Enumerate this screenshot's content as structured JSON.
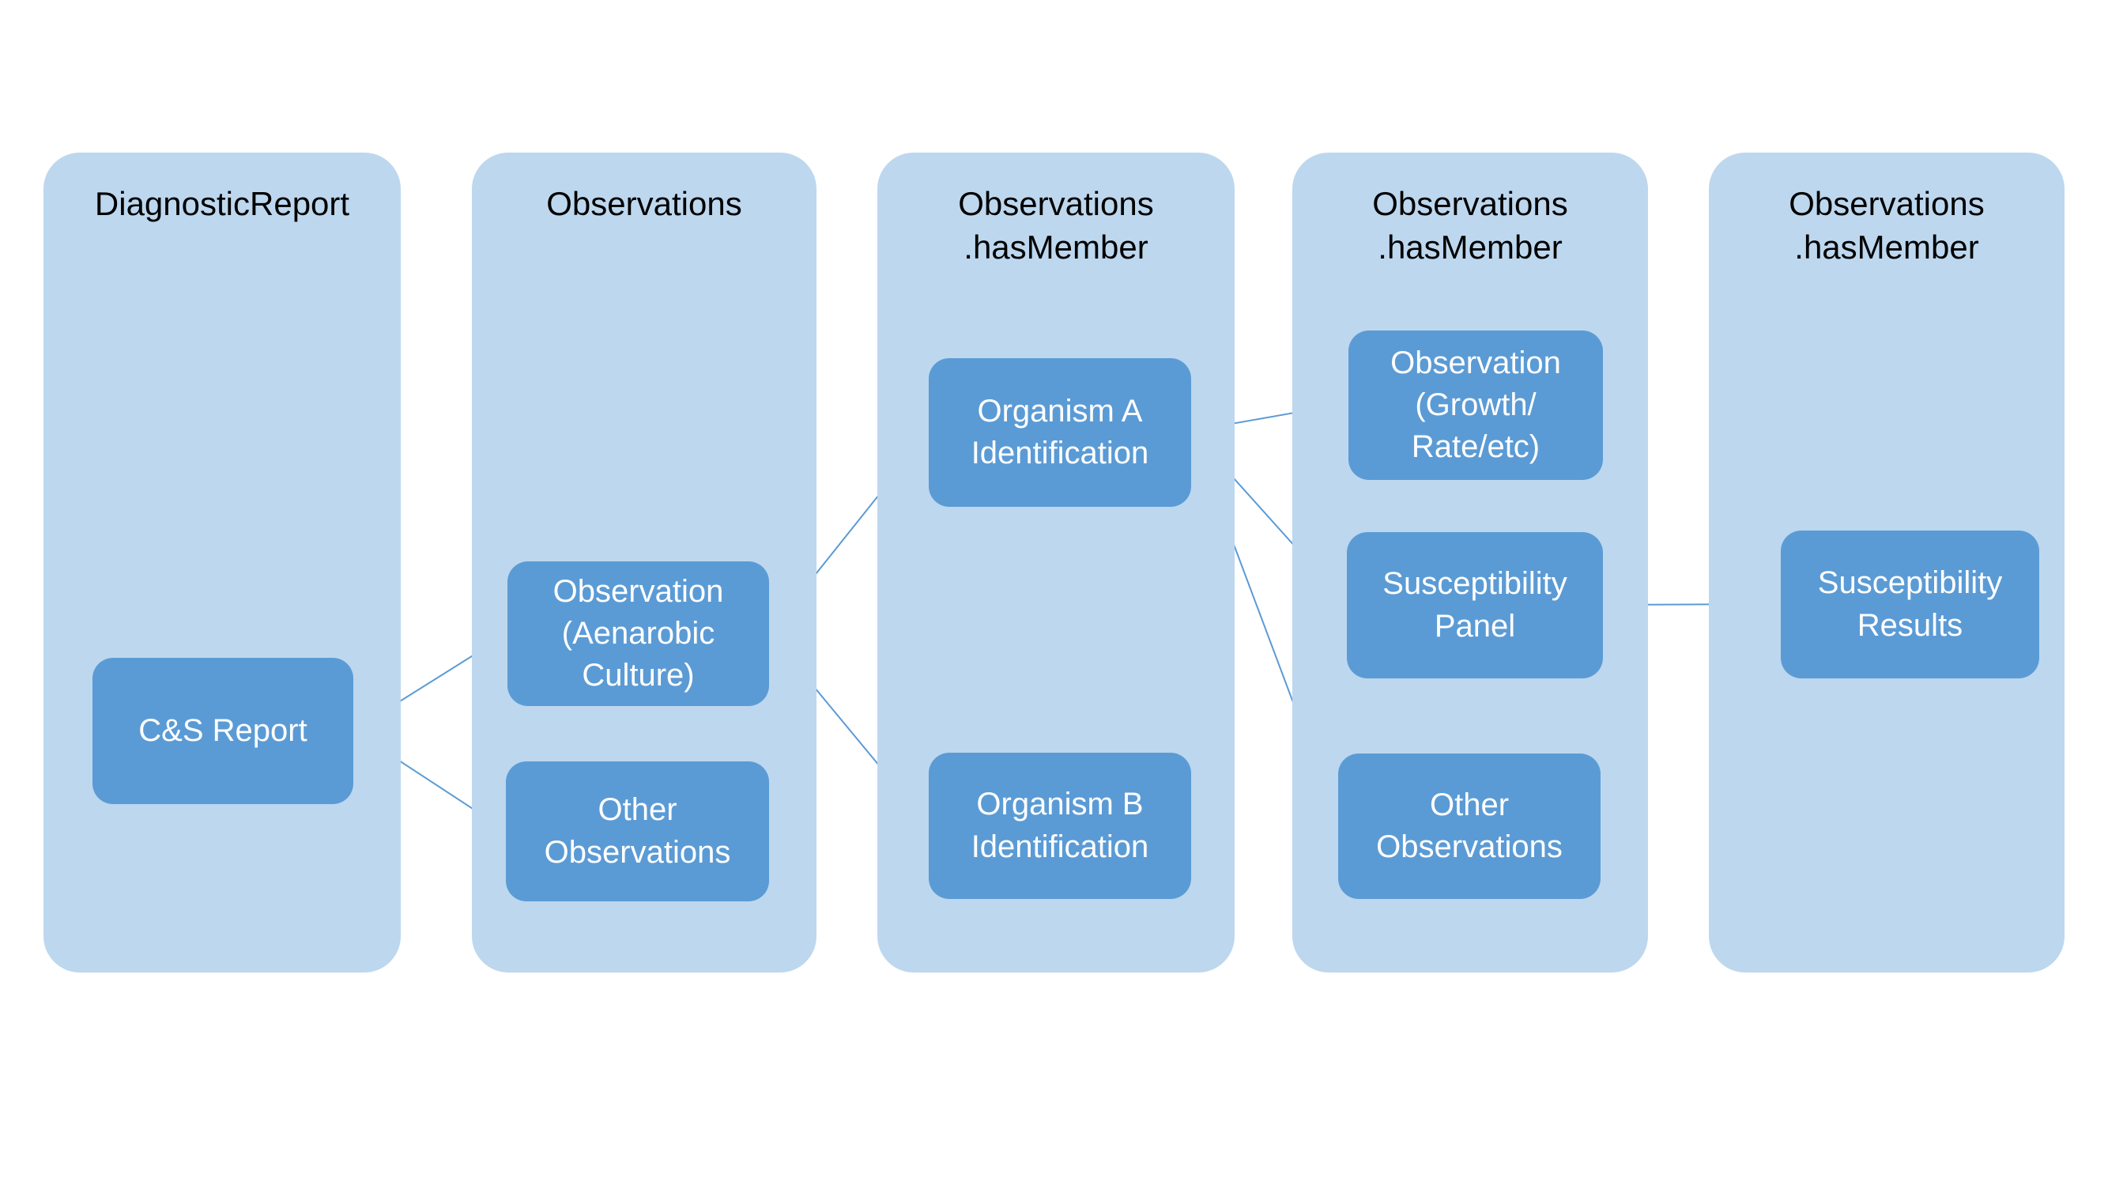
{
  "colors": {
    "background": "#FFFFFF",
    "column_fill": "#BDD7EE",
    "node_fill": "#5B9BD5",
    "node_text": "#FFFFFF",
    "title_text": "#000000",
    "connector": "#5B9BD5"
  },
  "columns": [
    {
      "title_lines": [
        "DiagnosticReport"
      ],
      "nodes": [
        {
          "label": "C&S Report"
        }
      ]
    },
    {
      "title_lines": [
        "Observations"
      ],
      "nodes": [
        {
          "label": "Observation (Aenarobic Culture)"
        },
        {
          "label": "Other Observations"
        }
      ]
    },
    {
      "title_lines": [
        "Observations",
        ".hasMember"
      ],
      "nodes": [
        {
          "label": "Organism A Identification"
        },
        {
          "label": "Organism B Identification"
        }
      ]
    },
    {
      "title_lines": [
        "Observations",
        ".hasMember"
      ],
      "nodes": [
        {
          "label": "Observation (Growth/ Rate/etc)"
        },
        {
          "label": "Susceptibility Panel"
        },
        {
          "label": "Other Observations"
        }
      ]
    },
    {
      "title_lines": [
        "Observations",
        ".hasMember"
      ],
      "nodes": [
        {
          "label": "Susceptibility Results"
        }
      ]
    }
  ],
  "connections": [
    {
      "from": "C&S Report",
      "to": "Observation (Aenarobic Culture)"
    },
    {
      "from": "C&S Report",
      "to": "Other Observations (Observations column)"
    },
    {
      "from": "Observation (Aenarobic Culture)",
      "to": "Organism A Identification"
    },
    {
      "from": "Observation (Aenarobic Culture)",
      "to": "Organism B Identification"
    },
    {
      "from": "Organism A Identification",
      "to": "Observation (Growth/ Rate/etc)"
    },
    {
      "from": "Organism A Identification",
      "to": "Susceptibility Panel"
    },
    {
      "from": "Organism A Identification",
      "to": "Other Observations (.hasMember column)"
    },
    {
      "from": "Susceptibility Panel",
      "to": "Susceptibility Results"
    }
  ]
}
